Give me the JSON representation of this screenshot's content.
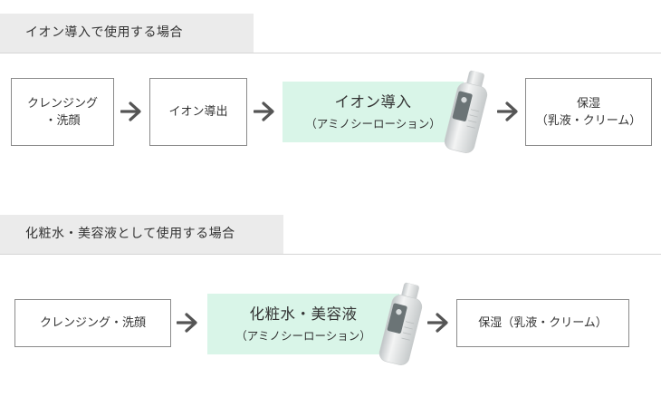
{
  "section1": {
    "header": "イオン導入で使用する場合",
    "steps": [
      {
        "line1": "クレンジング",
        "line2": "・洗顔"
      },
      {
        "line1": "イオン導出"
      },
      {
        "main": "イオン導入",
        "sub": "（アミノシーローション）"
      },
      {
        "line1": "保湿",
        "line2": "（乳液・クリーム）"
      }
    ]
  },
  "section2": {
    "header": "化粧水・美容液として使用する場合",
    "steps": [
      {
        "line1": "クレンジング・洗顔"
      },
      {
        "main": "化粧水・美容液",
        "sub": "（アミノシーローション）"
      },
      {
        "line1": "保湿（乳液・クリーム）"
      }
    ]
  },
  "colors": {
    "header_bg": "#ebebeb",
    "highlight_bg": "#d9f5e8",
    "box_border": "#8a8a8a",
    "arrow": "#555555"
  }
}
